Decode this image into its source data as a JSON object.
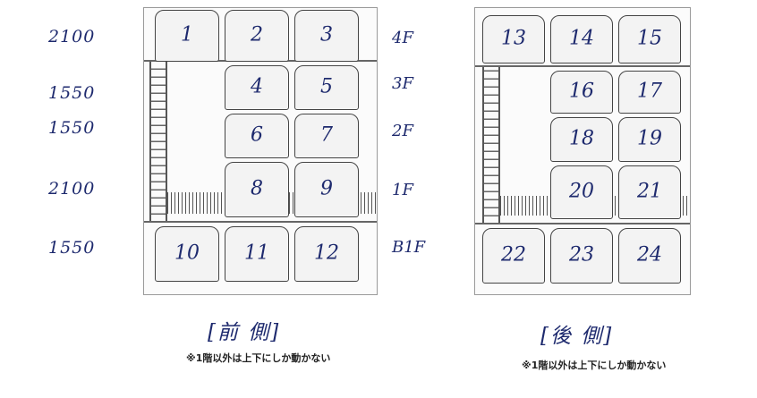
{
  "heights": [
    "2100",
    "1550",
    "1550",
    "2100",
    "1550"
  ],
  "floors": [
    "4F",
    "3F",
    "2F",
    "1F",
    "B1F"
  ],
  "front": {
    "caption": "[前 側]",
    "note": "※1階以外は上下にしか動かない",
    "cells": [
      "1",
      "2",
      "3",
      "4",
      "5",
      "6",
      "7",
      "8",
      "9",
      "10",
      "11",
      "12"
    ]
  },
  "rear": {
    "caption": "[後 側]",
    "note": "※1階以外は上下にしか動かない",
    "cells": [
      "13",
      "14",
      "15",
      "16",
      "17",
      "18",
      "19",
      "20",
      "21",
      "22",
      "23",
      "24"
    ]
  }
}
